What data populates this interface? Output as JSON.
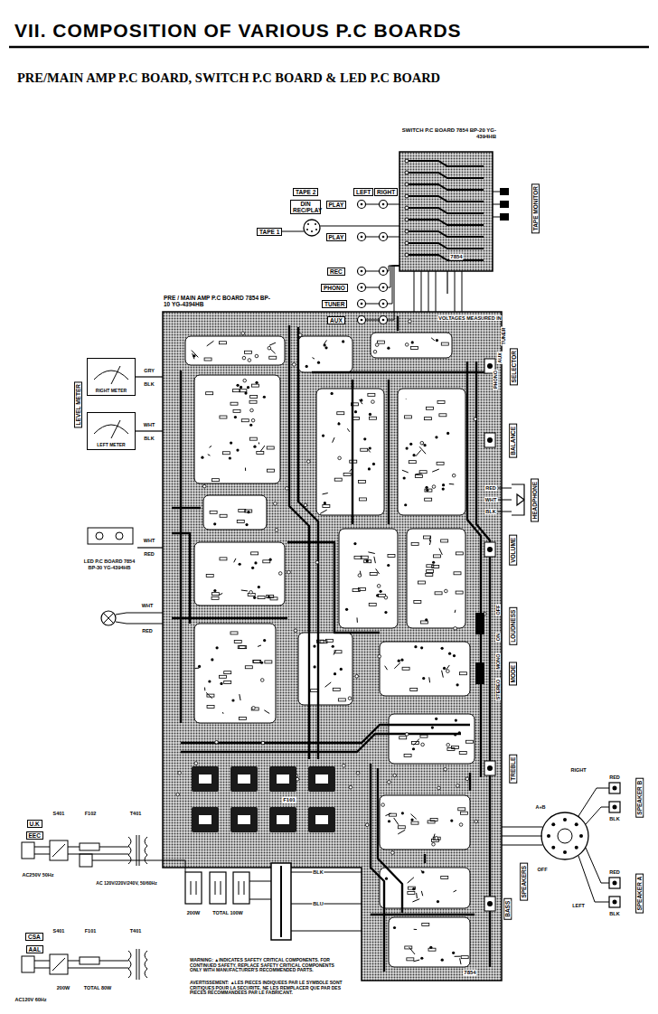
{
  "diagram": {
    "title": "VII. COMPOSITION OF VARIOUS P.C BOARDS",
    "nodes": [
      {
        "text": [
          "SWITCH P.C BOARD 7854 BP-20 YG-4394HB"
        ]
      },
      {
        "text": [
          "PRE / MAIN AMP P.C BOARD 7854 BP-10 YG-4394HB"
        ]
      },
      {
        "text": [
          "LEVEL METER"
        ]
      },
      {
        "text": [
          "RIGHT METER"
        ]
      },
      {
        "text": [
          "LEFT METER"
        ]
      },
      {
        "text": [
          "LED P.C BOARD 7854 BP-30 YG-4394HB"
        ]
      },
      {
        "text": [
          "LEFT"
        ]
      },
      {
        "text": [
          "RIGHT"
        ]
      },
      {
        "text": [
          "DIN REC/PLAY"
        ]
      },
      {
        "text": [
          "PLAY"
        ]
      },
      {
        "text": [
          "TAPE 2"
        ]
      },
      {
        "text": [
          "TAPE 1"
        ]
      },
      {
        "text": [
          "PLAY"
        ]
      },
      {
        "text": [
          "REC"
        ]
      },
      {
        "text": [
          "PHONO"
        ]
      },
      {
        "text": [
          "TUNER"
        ]
      },
      {
        "text": [
          "AUX"
        ]
      },
      {
        "text": [
          "TAPE MONITOR"
        ]
      },
      {
        "text": [
          "SELECTOR"
        ]
      },
      {
        "text": [
          "BALANCE"
        ]
      },
      {
        "text": [
          "HEADPHONE"
        ]
      },
      {
        "text": [
          "VOLUME"
        ]
      },
      {
        "text": [
          "LOUDNESS"
        ]
      },
      {
        "text": [
          "MODE"
        ]
      },
      {
        "text": [
          "TREBLE"
        ]
      },
      {
        "text": [
          "SPEAKERS"
        ]
      },
      {
        "text": [
          "BASS"
        ]
      },
      {
        "text": [
          "SPEAKER B"
        ]
      },
      {
        "text": [
          "SPEAKER A"
        ]
      },
      {
        "text": [
          "U.K"
        ]
      },
      {
        "text": [
          "EEC"
        ]
      },
      {
        "text": [
          "CSA"
        ]
      },
      {
        "text": [
          "AAL"
        ]
      }
    ],
    "edges": [
      {
        "from": 3,
        "to": 1,
        "arrow": "none"
      },
      {
        "from": 4,
        "to": 1,
        "arrow": "none"
      },
      {
        "from": 5,
        "to": 1,
        "arrow": "none"
      },
      {
        "from": 0,
        "to": 1,
        "arrow": "none"
      }
    ],
    "labels": [
      "PRE/MAIN AMP P.C BOARD, SWITCH P.C BOARD & LED P.C BOARD",
      "7854",
      "VOLTAGES MEASURED IN",
      "GRY",
      "BLK",
      "WHT",
      "BLK",
      "WHT",
      "RED",
      "WHT",
      "RED",
      "TUNER",
      "AUX",
      "PHONO",
      "RED",
      "WHT",
      "BLK",
      "OFF",
      "ON",
      "MONO",
      "STEREO",
      "F101",
      "7854",
      "S401",
      "F102",
      "T401",
      "AC250V 50Hz",
      "S401",
      "F101",
      "T401",
      "AC120V 60Hz",
      "200W",
      "TOTAL 80W",
      "AC 120V/220V/240V, 50/60Hz",
      "200W",
      "TOTAL 100W",
      "OFF",
      "A+B",
      "LEFT",
      "RIGHT",
      "RED",
      "BLK",
      "RED",
      "BLK",
      "WARNING: ▲INDICATES SAFETY CRITICAL COMPONENTS. FOR CONTINUED SAFETY, REPLACE SAFETY CRITICAL COMPONENTS ONLY WITH MANUFACTURER'S RECOMMENDED PARTS.",
      "AVERTISSEMENT: ▲LES PIECES INDIQUEES PAR LE SYMBOLE SONT CRITIQUES POUR LA SECURITE. NE LES REMPLACER QUE PAR DES PIECES RECOMMANDEES PAR LE FABRICANT.",
      "BLK",
      "BLU"
    ]
  }
}
